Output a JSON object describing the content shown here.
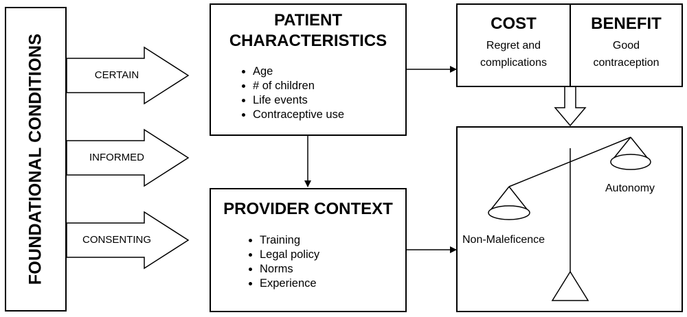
{
  "foundational": {
    "title": "FOUNDATIONAL CONDITIONS"
  },
  "conditions": [
    "CERTAIN",
    "INFORMED",
    "CONSENTING"
  ],
  "patient": {
    "title_line1": "PATIENT",
    "title_line2": "CHARACTERISTICS",
    "items": [
      "Age",
      "# of children",
      "Life events",
      "Contraceptive use"
    ]
  },
  "provider": {
    "title": "PROVIDER CONTEXT",
    "items": [
      "Training",
      "Legal policy",
      "Norms",
      "Experience"
    ]
  },
  "cost": {
    "title": "COST",
    "line1": "Regret and",
    "line2": "complications"
  },
  "benefit": {
    "title": "BENEFIT",
    "line1": "Good",
    "line2": "contraception"
  },
  "scale": {
    "left_label": "Non-Maleficence",
    "right_label": "Autonomy"
  }
}
